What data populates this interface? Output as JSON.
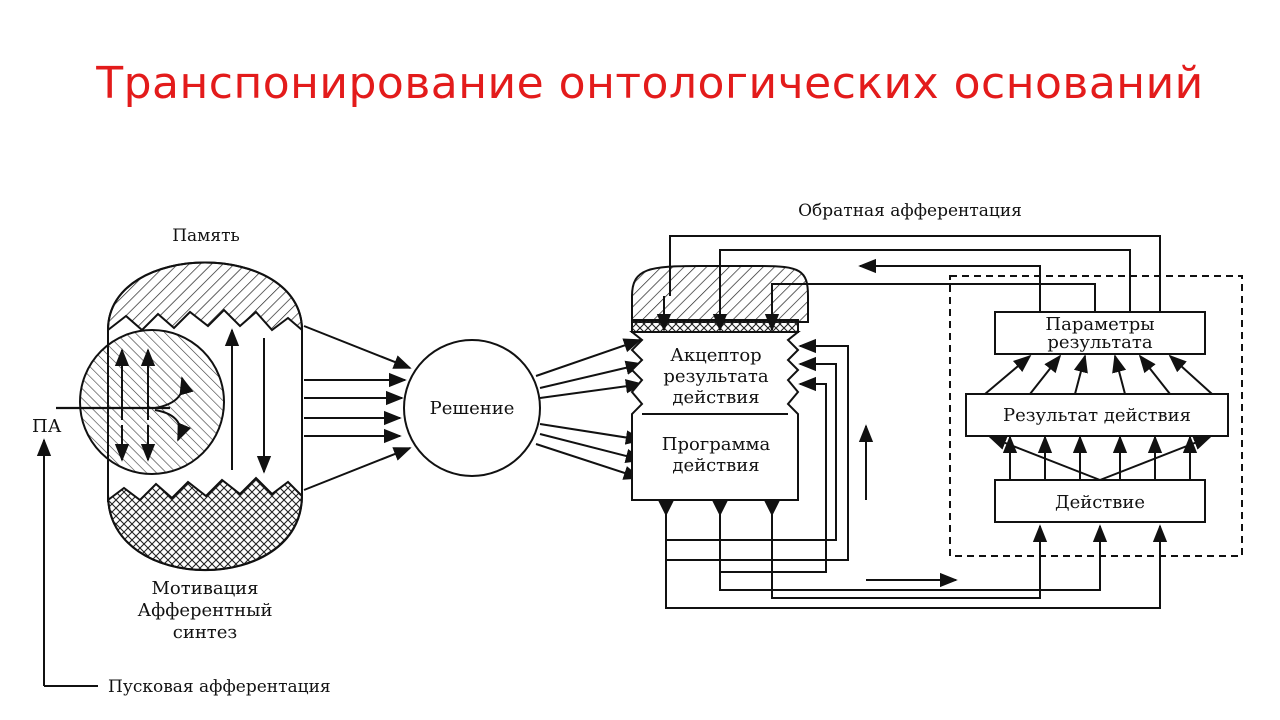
{
  "title": "Транспонирование онтологических оснований",
  "labels": {
    "memory": "Память",
    "pa": "ПА",
    "motivation": "Мотивация",
    "afferent": "Афферентный",
    "synthesis": "синтез",
    "trigger": "Пусковая афферентация",
    "decision": "Решение",
    "feedback": "Обратная афферентация",
    "acceptor1": "Акцептор",
    "acceptor2": "результата",
    "acceptor3": "действия",
    "program1": "Программа",
    "program2": "действия",
    "params1": "Параметры",
    "params2": "результата",
    "result": "Результат действия",
    "action": "Действие"
  },
  "colors": {
    "title": "#e31b1b",
    "line": "#111111"
  }
}
